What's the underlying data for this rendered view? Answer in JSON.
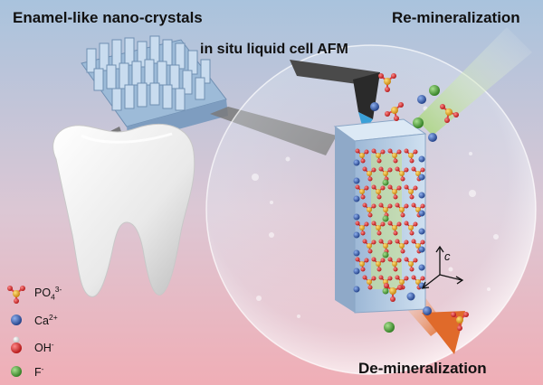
{
  "labels": {
    "left_title": "Enamel-like nano-crystals",
    "right_title": "Re-mineralization",
    "afm": "in situ liquid cell AFM",
    "demin": "De-mineralization",
    "axis": "c"
  },
  "legend": [
    {
      "base": "PO",
      "sub": "4",
      "sup": "3-",
      "icon": "phosphate-icon"
    },
    {
      "base": "Ca",
      "sub": "",
      "sup": "2+",
      "icon": "calcium-icon"
    },
    {
      "base": "OH",
      "sub": "",
      "sup": "-",
      "icon": "hydroxide-icon"
    },
    {
      "base": "F",
      "sub": "",
      "sup": "-",
      "icon": "fluoride-icon"
    }
  ],
  "colors": {
    "bg_top": "#a9c3dd",
    "bg_bottom": "#f0aeb6",
    "calcium": "#2c4f9c",
    "phosphorus": "#e0a21a",
    "oxygen": "#d21f1f",
    "fluoride": "#3e9e2f",
    "hydrogen": "#f2f2f2",
    "arrow_in": "#b6d98a",
    "arrow_out": "#e07a36"
  }
}
